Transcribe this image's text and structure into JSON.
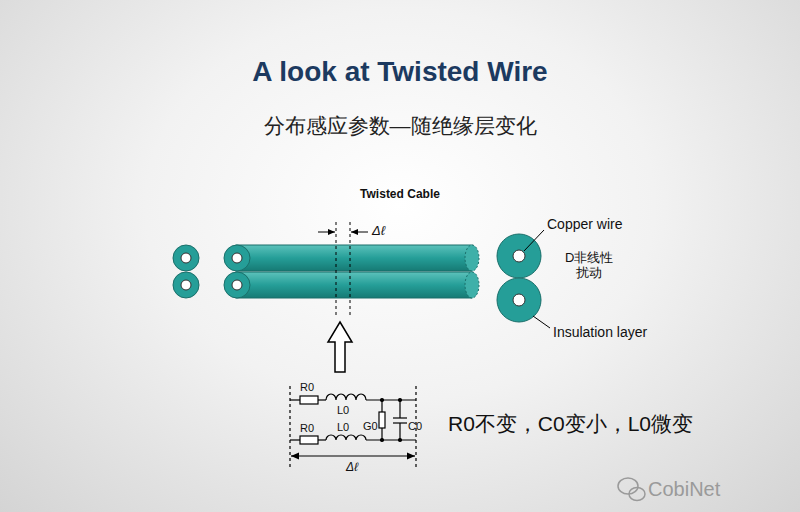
{
  "diagram": {
    "title": "A look at Twisted Wire",
    "labels": [
      "分布感应参数—随绝缘层变化",
      "Twisted Cable",
      "Δℓ",
      "Copper wire",
      "D非线性 扰动",
      "Insulation layer",
      "R0",
      "L0",
      "R0",
      "L0",
      "G0",
      "C0",
      "Δℓ",
      "R0不变，C0变小，L0微变",
      "CobiNet"
    ]
  }
}
